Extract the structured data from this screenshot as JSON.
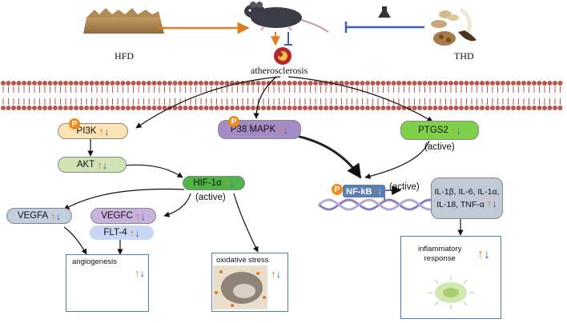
{
  "top": {
    "hfd_label": "HFD",
    "thd_label": "THD",
    "atherosclerosis_label": "atherosclerosis"
  },
  "nodes": {
    "pi3k": "PI3K",
    "akt": "AKT",
    "hif1a": "HIF-1α",
    "hif1a_active": "(active)",
    "p38": "P38 MAPK",
    "ptgs2": "PTGS2",
    "ptgs2_active": "(active)",
    "vegfa": "VEGFA",
    "vegfc": "VEGFC",
    "flt4": "FLT-4",
    "nfkb": "NF-kB",
    "nfkb_active": "(active)",
    "cytokines_line1": "IL-1β, IL-6, IL-1α,",
    "cytokines_line2": "IL-18, TNF-α",
    "phospho": "P"
  },
  "outcomes": {
    "angiogenesis": "angiogenesis",
    "oxidative_stress": "oxidative stress",
    "inflammatory_line1": "inflammatory",
    "inflammatory_line2": "response"
  },
  "arrows": {
    "up": "↑",
    "down": "↓"
  },
  "colors": {
    "orange_arrow": "#e07b1f",
    "blue_arrow": "#3b62b7",
    "membrane": "#b5584f",
    "pi3k_fill": "#fbe3b3",
    "akt_fill": "#cfe3b5",
    "hif_fill": "#4fb548",
    "p38_fill": "#a58bc4",
    "ptgs2_fill": "#7fd14b",
    "vegfa_fill": "#c3cfdc",
    "vegfc_fill": "#c6b2dc",
    "flt4_fill": "#c9d8f2",
    "cytokine_fill": "#c1cad6",
    "box_border": "#4b7fae",
    "p_badge": "#f08a1c"
  }
}
